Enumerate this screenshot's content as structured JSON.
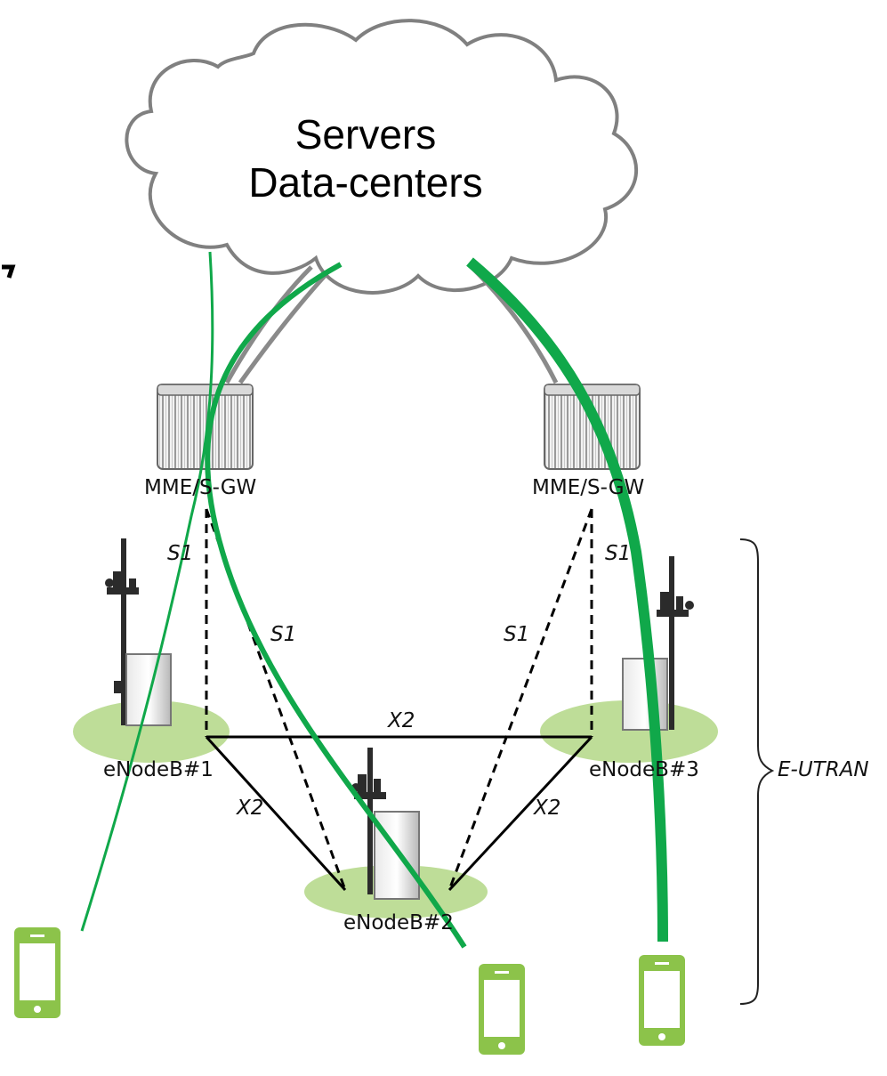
{
  "cloud": {
    "line1": "Servers",
    "line2": "Data-centers",
    "stroke": "#808080"
  },
  "gateways": {
    "left_label": "MME/S-GW",
    "right_label": "MME/S-GW"
  },
  "enodebs": {
    "n1": "eNodeB#1",
    "n2": "eNodeB#2",
    "n3": "eNodeB#3"
  },
  "interfaces": {
    "s1": "S1",
    "x2": "X2"
  },
  "region": {
    "label": "E-UTRAN"
  },
  "colors": {
    "data_path": "#10a84a",
    "ground": "#bedd98",
    "phone": "#8cc34a"
  }
}
